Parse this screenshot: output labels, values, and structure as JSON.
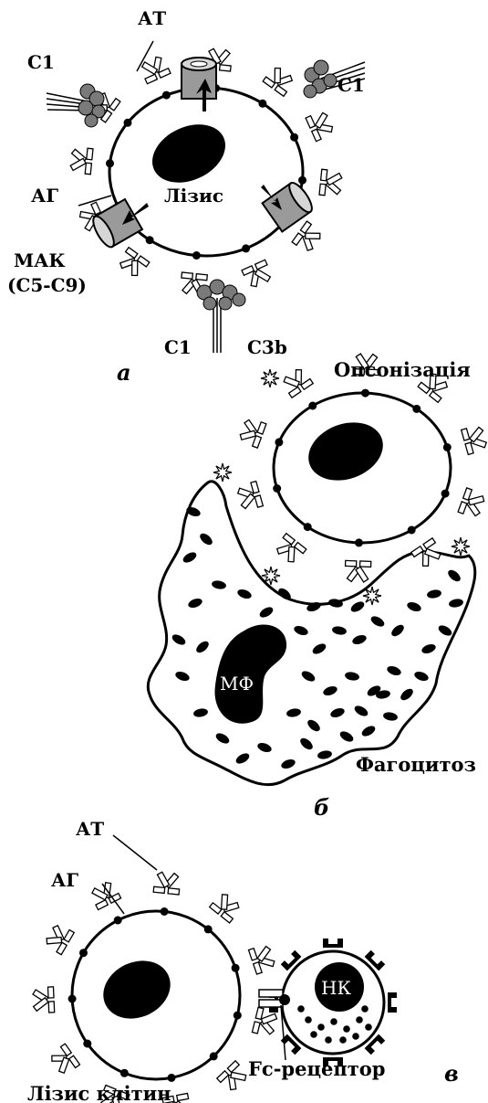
{
  "panel_a": {
    "letter": "а",
    "labels": {
      "at": "АТ",
      "c1_left": "С1",
      "c1_right": "С1",
      "ag": "АГ",
      "lysis": "Лізис",
      "mak_line1": "МАК",
      "mak_line2": "(С5-С9)",
      "c1_bottom": "С1",
      "c3b": "С3b"
    }
  },
  "panel_b": {
    "letter": "б",
    "labels": {
      "opsonization": "Опсонізація",
      "macrophage": "МФ",
      "phagocytosis": "Фагоцитоз"
    }
  },
  "panel_c": {
    "letter": "в",
    "labels": {
      "at": "АТ",
      "ag": "АГ",
      "nk": "НК",
      "fc_receptor": "Fc-рецептор",
      "cell_lysis": "Лізис клітин"
    }
  },
  "colors": {
    "ink": "#000000",
    "paper": "#ffffff",
    "membrane_channel": "#9a9a9a",
    "complement_gray": "#7a7a7a"
  }
}
